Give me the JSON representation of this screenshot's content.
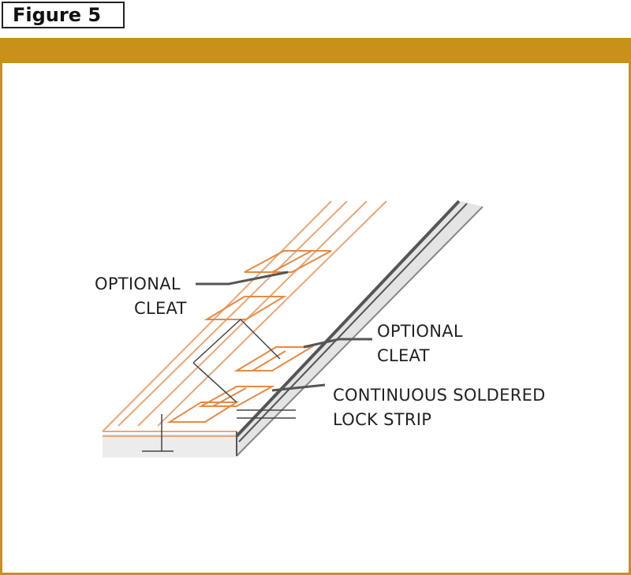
{
  "figure": {
    "label": "Figure 5"
  },
  "diagram": {
    "callouts": {
      "cleat_left": {
        "line1": "OPTIONAL",
        "line2": "CLEAT"
      },
      "cleat_right": {
        "line1": "OPTIONAL",
        "line2": "CLEAT"
      },
      "lock_strip": {
        "line1": "CONTINUOUS SOLDERED",
        "line2": "LOCK STRIP"
      }
    }
  },
  "colors": {
    "frame": "#c9901a",
    "sheet_outline": "#e6a779",
    "cleat": "#e58a45",
    "edge_dark": "#555555"
  }
}
